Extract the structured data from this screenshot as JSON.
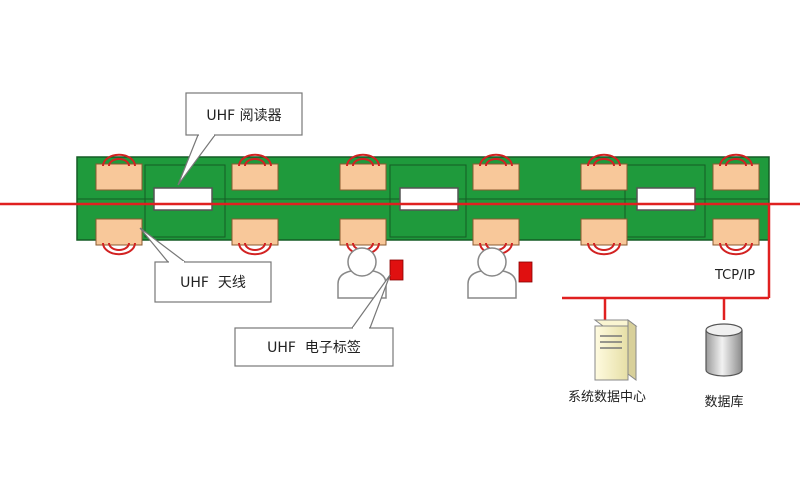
{
  "labels": {
    "reader": "UHF 阅读器",
    "antenna": "UHF  天线",
    "tag": "UHF  电子标签",
    "network": "TCP/IP",
    "server": "系统数据中心",
    "database": "数据库"
  },
  "colors": {
    "track": "#1f9a3c",
    "antenna_fill": "#f8c89a",
    "antenna_wave": "#d22222",
    "line": "#e02020",
    "tag": "#e01010",
    "server": "#f4f0c8",
    "database": "#d8d8d8"
  },
  "icons": {
    "antenna": "antenna-icon",
    "reader": "reader-device-icon",
    "person": "person-icon",
    "tag": "rfid-tag-icon",
    "server": "server-icon",
    "database": "database-icon"
  }
}
